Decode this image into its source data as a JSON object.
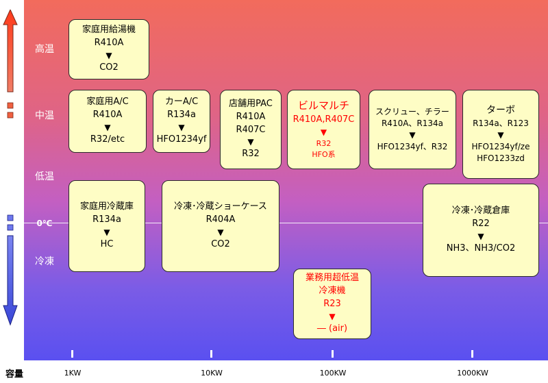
{
  "y_levels": {
    "high": "高温",
    "mid": "中温",
    "low": "低温",
    "zero": "0℃",
    "freeze": "冷凍"
  },
  "x_axis": {
    "title": "容量",
    "ticks": [
      "1KW",
      "10KW",
      "100KW",
      "1000KW"
    ]
  },
  "arrow_glyph": "▼",
  "boxes": {
    "home_water_heater": {
      "title": "家庭用給湯機",
      "from": "R410A",
      "to": "CO2"
    },
    "home_ac": {
      "title": "家庭用A/C",
      "from": "R410A",
      "to": "R32/etc"
    },
    "car_ac": {
      "title": "カーA/C",
      "from": "R134a",
      "to": "HFO1234yf"
    },
    "store_pac": {
      "title": "店舗用PAC",
      "from1": "R410A",
      "from2": "R407C",
      "to": "R32"
    },
    "building_multi": {
      "title": "ビルマルチ",
      "from": "R410A,R407C",
      "to1": "R32",
      "to2": "HFO系"
    },
    "screw_chiller": {
      "title": "スクリュー、チラー",
      "from": "R410A、R134a",
      "to": "HFO1234yf、R32"
    },
    "turbo": {
      "title": "ターボ",
      "from": "R134a、R123",
      "to1": "HFO1234yf/ze",
      "to2": "HFO1233zd"
    },
    "home_fridge": {
      "title": "家庭用冷蔵庫",
      "from": "R134a",
      "to": "HC"
    },
    "showcase": {
      "title": "冷凍･冷蔵ショーケース",
      "from": "R404A",
      "to": "CO2"
    },
    "cold_storage": {
      "title": "冷凍･冷蔵倉庫",
      "from": "R22",
      "to": "NH3、NH3/CO2"
    },
    "ultra_low": {
      "title1": "業務用超低温",
      "title2": "冷凍機",
      "from": "R23",
      "to": "― (air)"
    }
  },
  "colors": {
    "top": "#f26b5c",
    "bottom": "#5a50f0",
    "box_fill": "#fefdc5",
    "highlight": "#ff0000"
  }
}
